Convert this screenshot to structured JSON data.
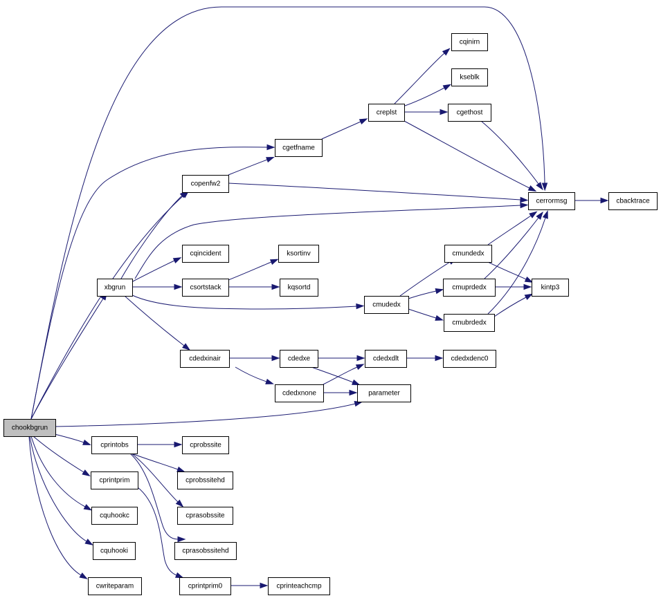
{
  "graph": {
    "root": "chookbgrun",
    "edge_color": "#191970",
    "root_fill": "#bfbfbf",
    "nodes": [
      {
        "id": "chookbgrun"
      },
      {
        "id": "cerrormsg"
      },
      {
        "id": "cgetfname"
      },
      {
        "id": "copenfw2"
      },
      {
        "id": "xbgrun"
      },
      {
        "id": "parameter"
      },
      {
        "id": "cprintobs"
      },
      {
        "id": "cprintprim"
      },
      {
        "id": "cquhookc"
      },
      {
        "id": "cquhooki"
      },
      {
        "id": "cwriteparam"
      },
      {
        "id": "cbacktrace"
      },
      {
        "id": "creplst"
      },
      {
        "id": "cqinirn"
      },
      {
        "id": "kseblk"
      },
      {
        "id": "cgethost"
      },
      {
        "id": "cqincident"
      },
      {
        "id": "csortstack"
      },
      {
        "id": "ksortinv"
      },
      {
        "id": "kqsortd"
      },
      {
        "id": "cmudedx"
      },
      {
        "id": "cmundedx"
      },
      {
        "id": "cmuprdedx"
      },
      {
        "id": "cmubrdedx"
      },
      {
        "id": "kintp3"
      },
      {
        "id": "cdedxinair"
      },
      {
        "id": "cdedxe"
      },
      {
        "id": "cdedxnone"
      },
      {
        "id": "cdedxdlt"
      },
      {
        "id": "cdedxdenc0"
      },
      {
        "id": "cprobssite"
      },
      {
        "id": "cprobssitehd"
      },
      {
        "id": "cprasobssite"
      },
      {
        "id": "cprasobssitehd"
      },
      {
        "id": "cprintprim0"
      },
      {
        "id": "cprinteachcmp"
      }
    ],
    "edges": [
      {
        "from": "chookbgrun",
        "to": "cerrormsg"
      },
      {
        "from": "chookbgrun",
        "to": "cgetfname"
      },
      {
        "from": "chookbgrun",
        "to": "copenfw2"
      },
      {
        "from": "chookbgrun",
        "to": "xbgrun"
      },
      {
        "from": "chookbgrun",
        "to": "parameter"
      },
      {
        "from": "chookbgrun",
        "to": "cprintobs"
      },
      {
        "from": "chookbgrun",
        "to": "cprintprim"
      },
      {
        "from": "chookbgrun",
        "to": "cquhookc"
      },
      {
        "from": "chookbgrun",
        "to": "cquhooki"
      },
      {
        "from": "chookbgrun",
        "to": "cwriteparam"
      },
      {
        "from": "cgetfname",
        "to": "creplst"
      },
      {
        "from": "creplst",
        "to": "cqinirn"
      },
      {
        "from": "creplst",
        "to": "kseblk"
      },
      {
        "from": "creplst",
        "to": "cgethost"
      },
      {
        "from": "creplst",
        "to": "cerrormsg"
      },
      {
        "from": "cgethost",
        "to": "cerrormsg"
      },
      {
        "from": "copenfw2",
        "to": "cgetfname"
      },
      {
        "from": "copenfw2",
        "to": "cerrormsg"
      },
      {
        "from": "cerrormsg",
        "to": "cbacktrace"
      },
      {
        "from": "xbgrun",
        "to": "copenfw2"
      },
      {
        "from": "xbgrun",
        "to": "cerrormsg"
      },
      {
        "from": "xbgrun",
        "to": "cqincident"
      },
      {
        "from": "xbgrun",
        "to": "csortstack"
      },
      {
        "from": "xbgrun",
        "to": "cmudedx"
      },
      {
        "from": "xbgrun",
        "to": "cdedxinair"
      },
      {
        "from": "csortstack",
        "to": "ksortinv"
      },
      {
        "from": "csortstack",
        "to": "kqsortd"
      },
      {
        "from": "cmudedx",
        "to": "cmundedx"
      },
      {
        "from": "cmudedx",
        "to": "cmuprdedx"
      },
      {
        "from": "cmudedx",
        "to": "cmubrdedx"
      },
      {
        "from": "cmundedx",
        "to": "cerrormsg"
      },
      {
        "from": "cmundedx",
        "to": "kintp3"
      },
      {
        "from": "cmuprdedx",
        "to": "cerrormsg"
      },
      {
        "from": "cmuprdedx",
        "to": "kintp3"
      },
      {
        "from": "cmubrdedx",
        "to": "cerrormsg"
      },
      {
        "from": "cmubrdedx",
        "to": "kintp3"
      },
      {
        "from": "cdedxinair",
        "to": "cdedxe"
      },
      {
        "from": "cdedxinair",
        "to": "cdedxnone"
      },
      {
        "from": "cdedxe",
        "to": "cdedxdlt"
      },
      {
        "from": "cdedxe",
        "to": "parameter"
      },
      {
        "from": "cdedxnone",
        "to": "cdedxdlt"
      },
      {
        "from": "cdedxnone",
        "to": "parameter"
      },
      {
        "from": "cdedxdlt",
        "to": "cdedxdenc0"
      },
      {
        "from": "cprintobs",
        "to": "cprobssite"
      },
      {
        "from": "cprintobs",
        "to": "cprobssitehd"
      },
      {
        "from": "cprintobs",
        "to": "cprasobssite"
      },
      {
        "from": "cprintobs",
        "to": "cprasobssitehd"
      },
      {
        "from": "cprintprim",
        "to": "cprintprim0"
      },
      {
        "from": "cprintprim0",
        "to": "cprinteachcmp"
      }
    ]
  }
}
